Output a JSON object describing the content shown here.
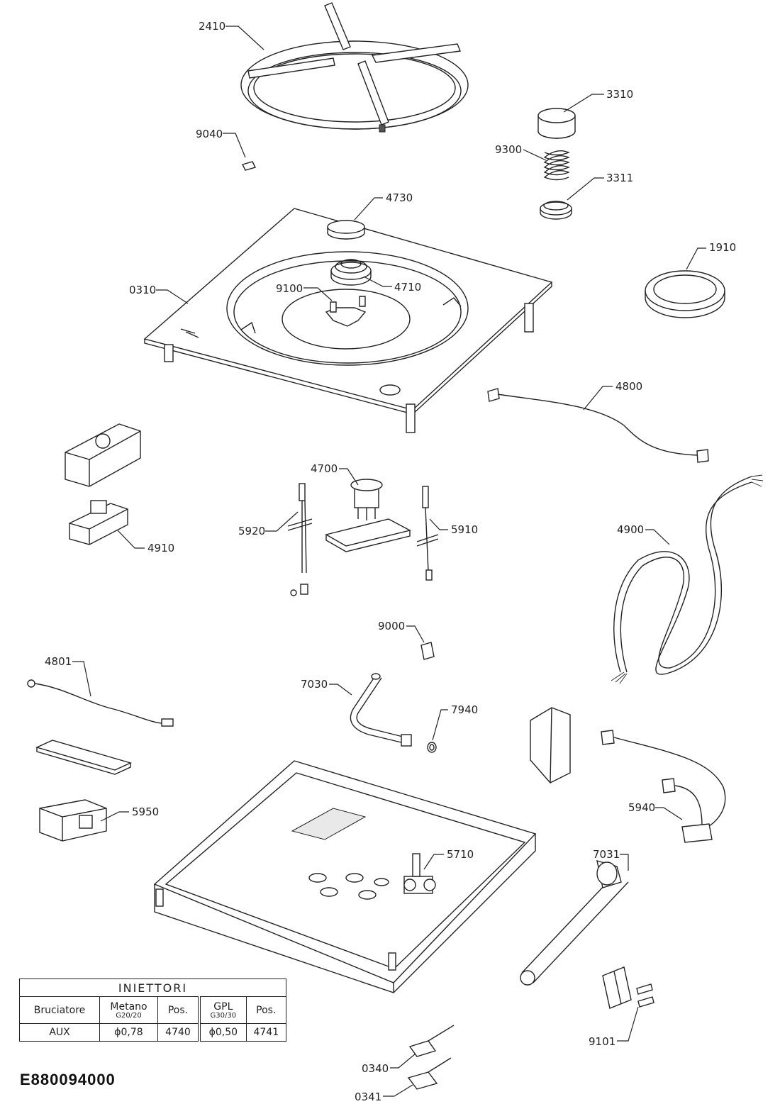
{
  "callouts": [
    "2410",
    "3310",
    "9040",
    "9300",
    "3311",
    "4730",
    "1910",
    "0310",
    "9100",
    "4710",
    "4800",
    "4700",
    "5920",
    "5910",
    "4910",
    "4900",
    "9000",
    "4801",
    "7030",
    "7940",
    "5950",
    "5940",
    "5710",
    "7031",
    "9101",
    "0340",
    "0341"
  ],
  "table": {
    "title": "INIETTORI",
    "headers": {
      "burner": "Bruciatore",
      "methane": "Metano",
      "methane_gas": "G20/20",
      "pos1": "Pos.",
      "lpg": "GPL",
      "lpg_gas": "G30/30",
      "pos2": "Pos."
    },
    "rows": [
      {
        "burner": "AUX",
        "methane_size": "ϕ0,78",
        "methane_pos": "4740",
        "lpg_size": "ϕ0,50",
        "lpg_pos": "4741"
      }
    ]
  },
  "document_code": "E880094000"
}
